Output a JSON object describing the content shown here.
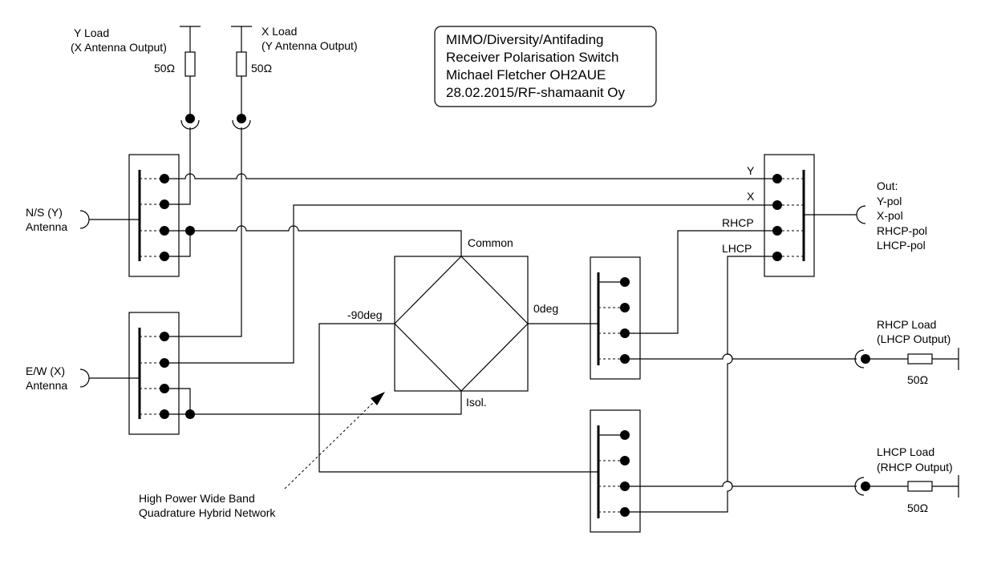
{
  "title": {
    "line1": "MIMO/Diversity/Antifading",
    "line2": "Receiver Polarisation Switch",
    "line3": "Michael Fletcher OH2AUE",
    "line4": "28.02.2015/RF-shamaanit Oy"
  },
  "loads": {
    "y_load_title": "Y Load",
    "y_load_sub": "(X Antenna Output)",
    "x_load_title": "X Load",
    "x_load_sub": "(Y Antenna Output)",
    "resistor_value": "50Ω"
  },
  "antennas": {
    "ns_line1": "N/S (Y)",
    "ns_line2": "Antenna",
    "ew_line1": "E/W (X)",
    "ew_line2": "Antenna"
  },
  "hybrid": {
    "common": "Common",
    "deg0": "0deg",
    "deg90": "-90deg",
    "isol": "Isol.",
    "note_line1": "High Power Wide Band",
    "note_line2": "Quadrature Hybrid  Network"
  },
  "output_switch": {
    "y": "Y",
    "x": "X",
    "rhcp": "RHCP",
    "lhcp": "LHCP"
  },
  "outputs": {
    "out": "Out:",
    "ypol": "Y-pol",
    "xpol": "X-pol",
    "rhcppol": "RHCP-pol",
    "lhcppol": "LHCP-pol"
  },
  "circ_loads": {
    "rhcp_title": "RHCP Load",
    "rhcp_sub": "(LHCP Output)",
    "lhcp_title": "LHCP Load",
    "lhcp_sub": "(RHCP Output)"
  }
}
